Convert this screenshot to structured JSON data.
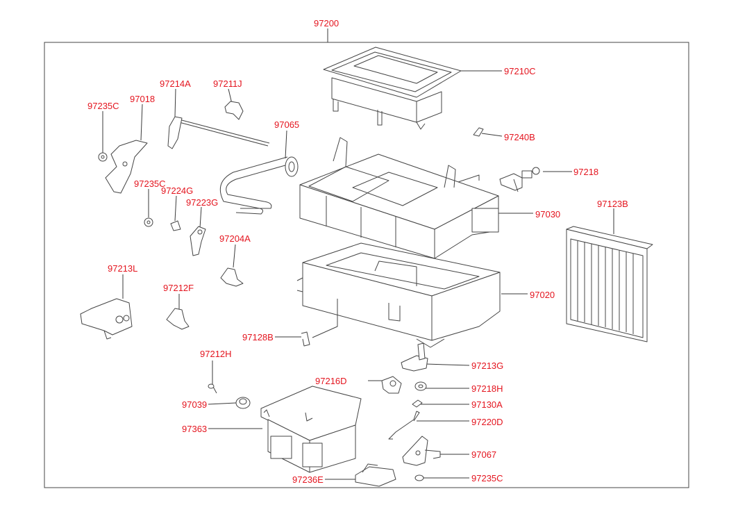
{
  "parts": [
    {
      "id": "assembly",
      "label": "97200"
    },
    {
      "id": "case-upper",
      "label": "97210C"
    },
    {
      "id": "clip-97240b",
      "label": "97240B"
    },
    {
      "id": "actuator-97218",
      "label": "97218"
    },
    {
      "id": "case-97030",
      "label": "97030"
    },
    {
      "id": "filter-97123b",
      "label": "97123B"
    },
    {
      "id": "case-97020",
      "label": "97020"
    },
    {
      "id": "lever-97213g",
      "label": "97213G"
    },
    {
      "id": "clip-97218h",
      "label": "97218H"
    },
    {
      "id": "link-97130a",
      "label": "97130A"
    },
    {
      "id": "rod-97220d",
      "label": "97220D"
    },
    {
      "id": "bracket-97067",
      "label": "97067"
    },
    {
      "id": "clip-97235c-bottom",
      "label": "97235C"
    },
    {
      "id": "lever-97216d",
      "label": "97216D"
    },
    {
      "id": "cover-97236e",
      "label": "97236E"
    },
    {
      "id": "case-97363",
      "label": "97363"
    },
    {
      "id": "grommet-97039",
      "label": "97039"
    },
    {
      "id": "screw-97212h",
      "label": "97212H"
    },
    {
      "id": "clip-97128b",
      "label": "97128B"
    },
    {
      "id": "lever-97213l",
      "label": "97213L"
    },
    {
      "id": "lever-97212f",
      "label": "97212F"
    },
    {
      "id": "lever-97204a",
      "label": "97204A"
    },
    {
      "id": "lever-97223g",
      "label": "97223G"
    },
    {
      "id": "cap-97224g",
      "label": "97224G"
    },
    {
      "id": "clip-97235c-mid",
      "label": "97235C"
    },
    {
      "id": "hose-97065",
      "label": "97065"
    },
    {
      "id": "lever-97211j",
      "label": "97211J"
    },
    {
      "id": "shaft-97214a",
      "label": "97214A"
    },
    {
      "id": "arm-97018",
      "label": "97018"
    },
    {
      "id": "clip-97235c-top",
      "label": "97235C"
    }
  ],
  "colors": {
    "label": "#e4141e",
    "line": "#3a3a3a",
    "background": "#ffffff"
  }
}
